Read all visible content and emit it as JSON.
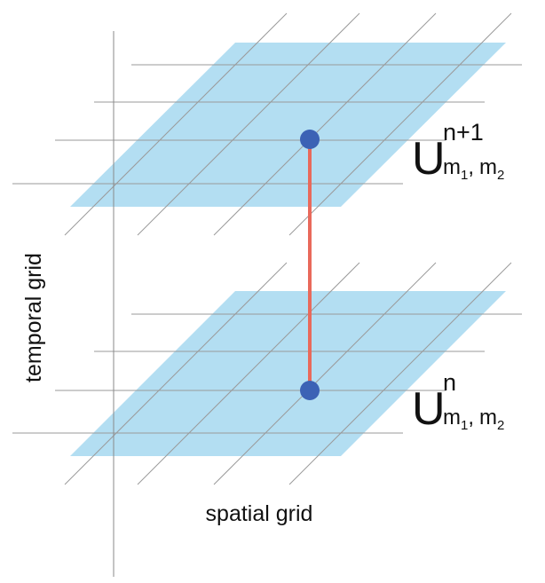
{
  "labels": {
    "temporal_axis": "temporal grid",
    "spatial_axis": "spatial grid"
  },
  "upper_point": {
    "symbol": "U",
    "superscript": "n+1",
    "sub_m1": "m",
    "sub_m1_index": "1",
    "sub_sep": ",",
    "sub_m2": "m",
    "sub_m2_index": "2"
  },
  "lower_point": {
    "symbol": "U",
    "superscript": "n",
    "sub_m1": "m",
    "sub_m1_index": "1",
    "sub_sep": ",",
    "sub_m2": "m",
    "sub_m2_index": "2"
  },
  "colors": {
    "plane_fill": "#b3def2",
    "grid_line": "#9a9a9a",
    "axis_line": "#8a8a8a",
    "point": "#3c62b5",
    "connector": "#e9695b"
  }
}
